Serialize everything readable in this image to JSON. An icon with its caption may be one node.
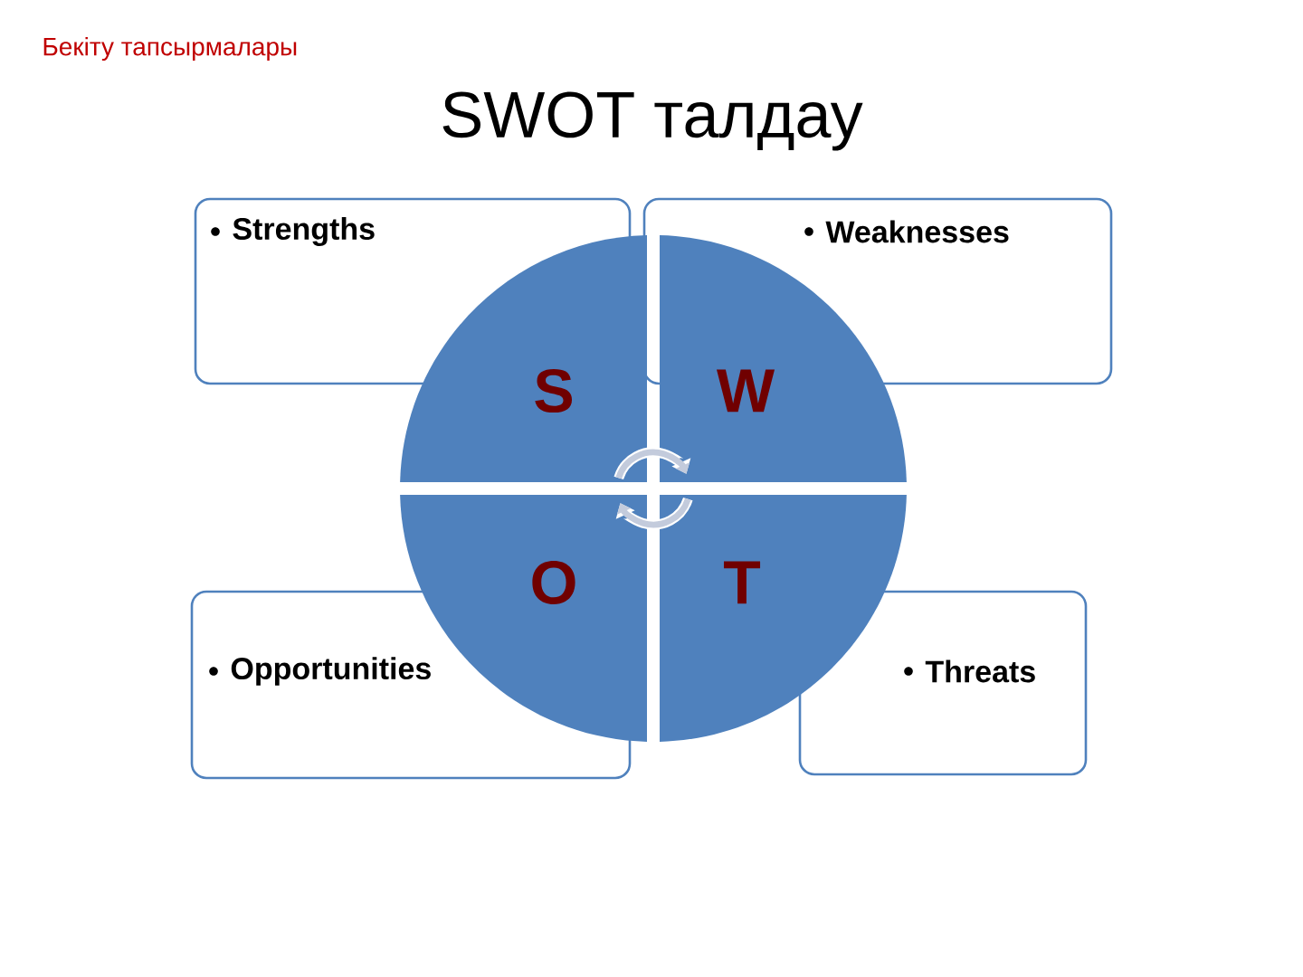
{
  "diagram": {
    "title": "SWOT талдау",
    "nodes": [
      {
        "text": [
          "Strengths"
        ]
      },
      {
        "text": [
          "Weaknesses"
        ]
      },
      {
        "text": [
          "S"
        ]
      },
      {
        "text": [
          "W"
        ]
      },
      {
        "text": [
          "O"
        ]
      },
      {
        "text": [
          "T"
        ]
      },
      {
        "text": [
          "Opportunities"
        ]
      },
      {
        "text": [
          "Threats"
        ]
      }
    ],
    "edges": [
      {
        "from": 2,
        "to": 3,
        "arrow": "to"
      },
      {
        "from": 5,
        "to": 4,
        "arrow": "to"
      }
    ],
    "labels": [
      "Бекіту тапсырмалары"
    ]
  }
}
